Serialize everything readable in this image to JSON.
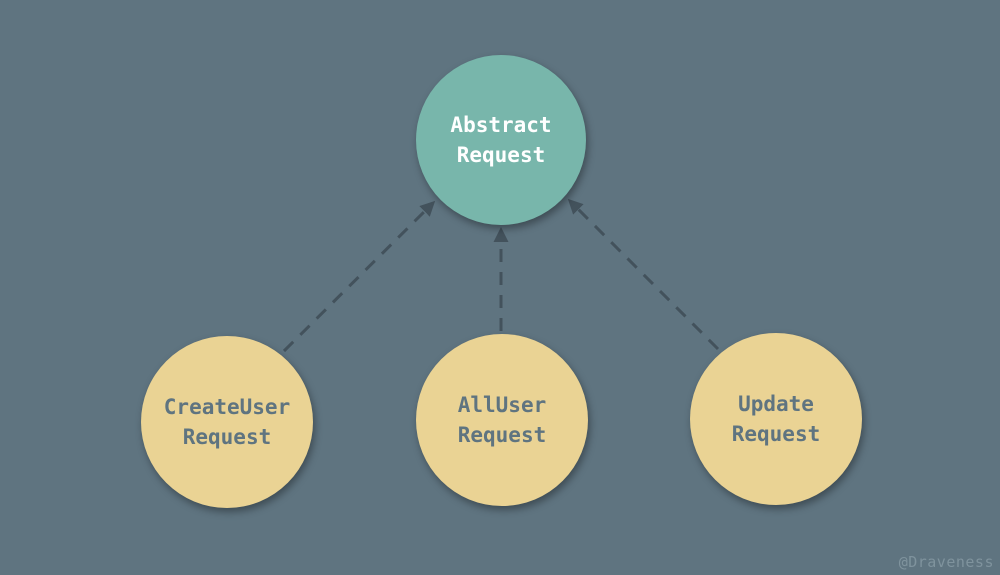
{
  "colors": {
    "background": "#5f7480",
    "parent_fill": "#78b6ab",
    "parent_text": "#ffffff",
    "child_fill": "#ead394",
    "child_text": "#5f7480",
    "arrow": "#43525c",
    "watermark": "#7f939d"
  },
  "nodes": {
    "parent": {
      "line1": "Abstract",
      "line2": "Request"
    },
    "create_user": {
      "line1": "CreateUser",
      "line2": "Request"
    },
    "all_user": {
      "line1": "AllUser",
      "line2": "Request"
    },
    "update": {
      "line1": "Update",
      "line2": "Request"
    }
  },
  "edges": [
    {
      "from": "create_user",
      "to": "parent",
      "style": "dashed-arrow"
    },
    {
      "from": "all_user",
      "to": "parent",
      "style": "dashed-arrow"
    },
    {
      "from": "update",
      "to": "parent",
      "style": "dashed-arrow"
    }
  ],
  "watermark": "@Draveness"
}
